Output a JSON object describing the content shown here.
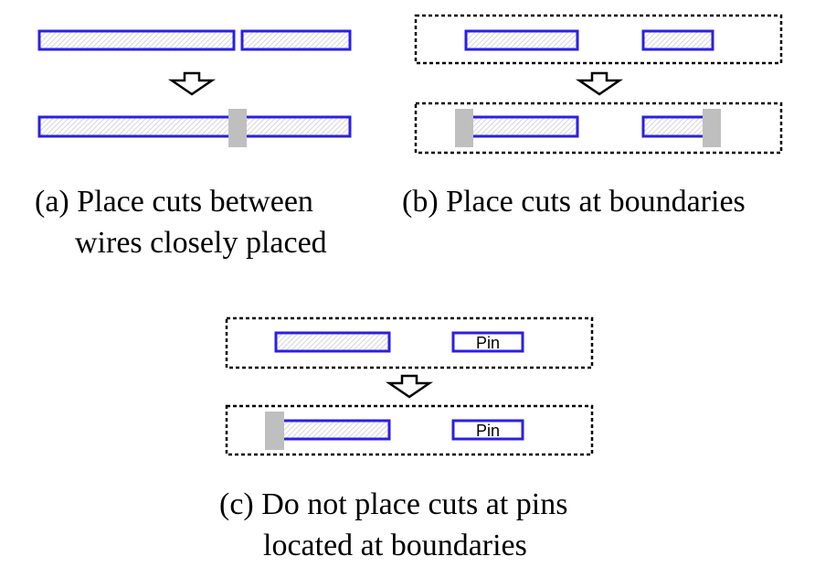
{
  "colors": {
    "wire_outline": "#2b1fe6",
    "wire_hatch": "#c9c9c9",
    "cut_fill": "#bfbfbf",
    "boundary": "#000000",
    "arrow": "#000000"
  },
  "panels": {
    "a": {
      "caption_line1": "(a) Place cuts between",
      "caption_line2": "wires closely placed"
    },
    "b": {
      "caption": "(b) Place cuts at boundaries"
    },
    "c": {
      "pin_label_top": "Pin",
      "pin_label_bottom": "Pin",
      "caption_line1": "(c) Do not place cuts at pins",
      "caption_line2": "located at boundaries"
    }
  }
}
